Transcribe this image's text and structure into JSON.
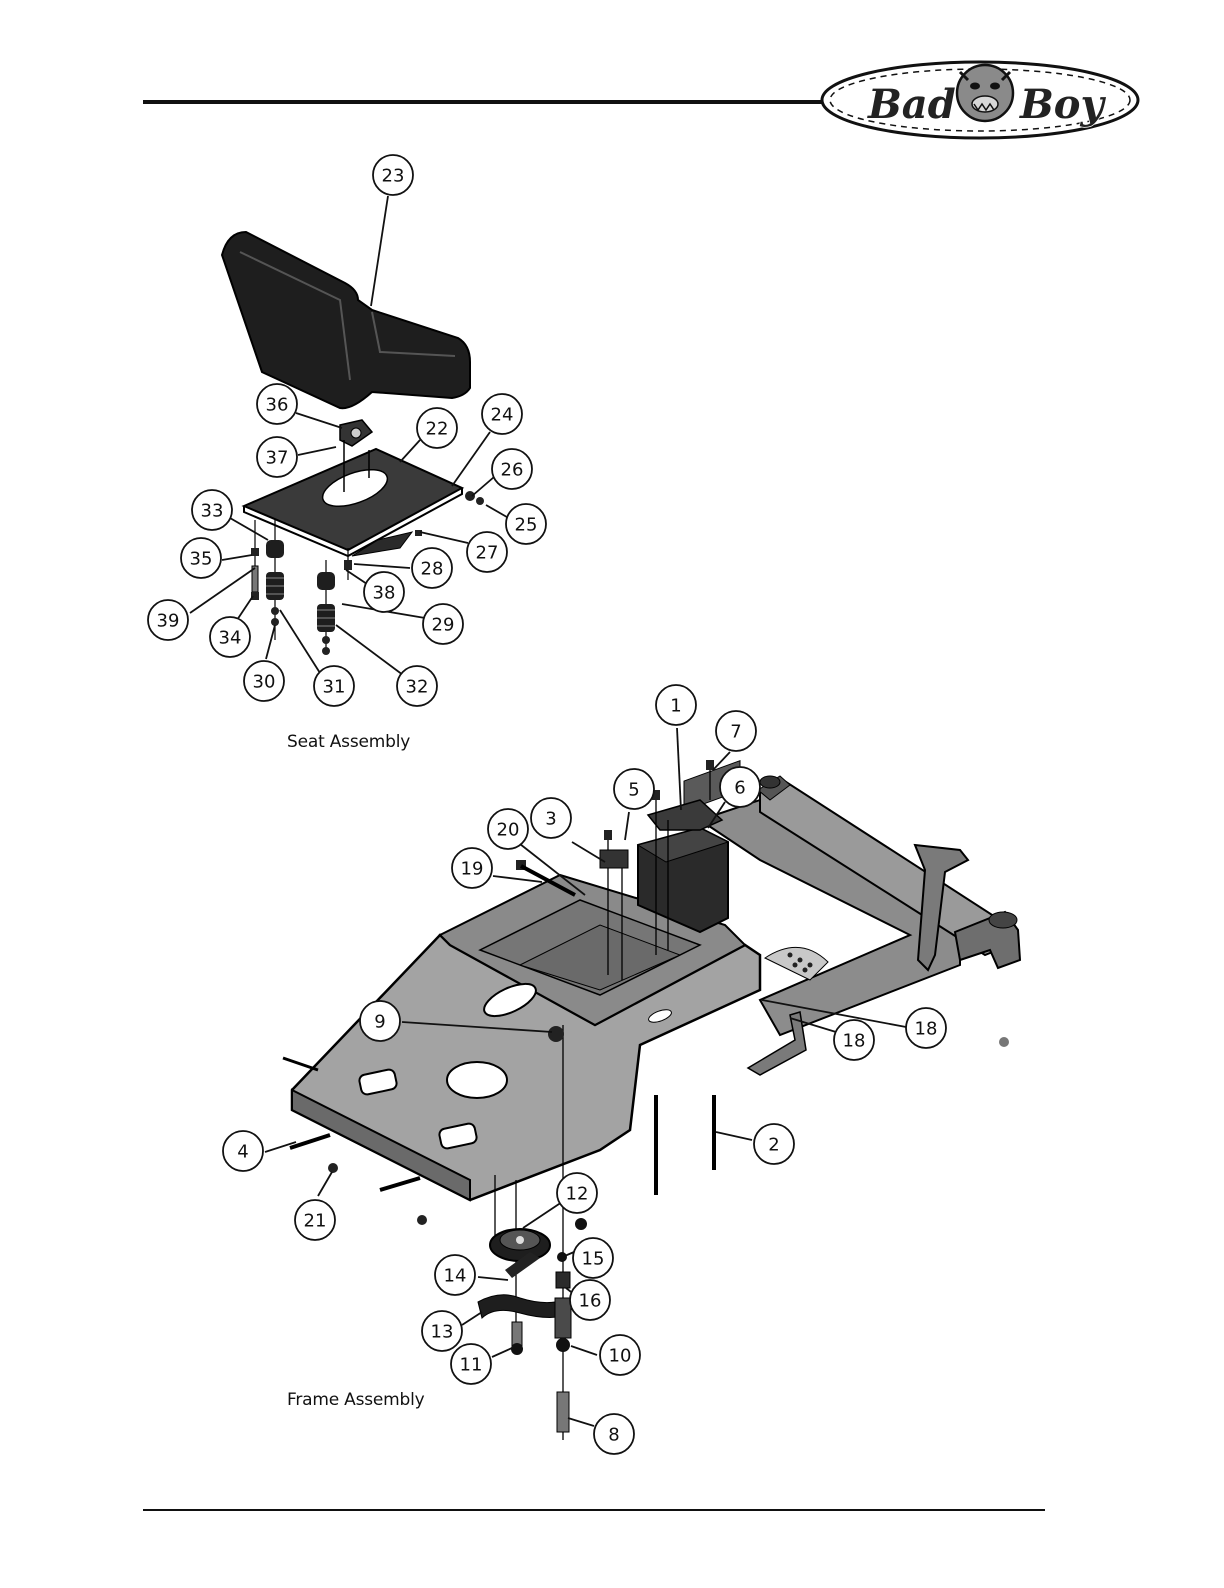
{
  "header": {
    "logo_text": "Bad Boy",
    "logo_icon": "bulldog-head-icon"
  },
  "seat_assembly": {
    "caption": "Seat Assembly",
    "callouts": [
      "23",
      "36",
      "37",
      "22",
      "24",
      "26",
      "25",
      "33",
      "35",
      "39",
      "34",
      "30",
      "31",
      "32",
      "27",
      "28",
      "38",
      "29"
    ]
  },
  "frame_assembly": {
    "caption": "Frame Assembly",
    "callouts": [
      "1",
      "7",
      "5",
      "6",
      "3",
      "20",
      "19",
      "9",
      "18",
      "18",
      "4",
      "21",
      "2",
      "12",
      "15",
      "14",
      "16",
      "13",
      "11",
      "10",
      "8"
    ]
  },
  "colors": {
    "line": "#111111",
    "part_dark": "#1e1e1e",
    "frame_gray": "#7a7a7a",
    "frame_light": "#a8a8a8"
  }
}
